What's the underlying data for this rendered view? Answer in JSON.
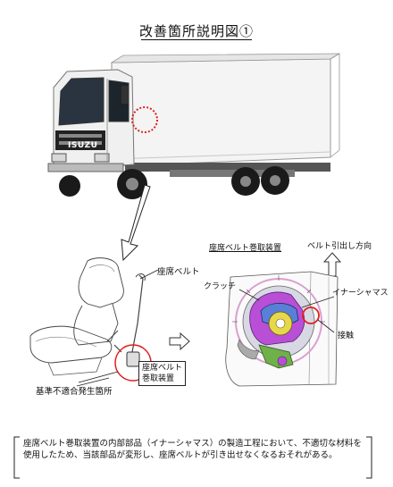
{
  "title": "改善箇所説明図①",
  "labels": {
    "seatbelt": "座席ベルト",
    "retractor_box_line1": "座席ベルト",
    "retractor_box_line2": "巻取装置",
    "defect_location": "基準不適合発生箇所",
    "retractor_detail_title": "座席ベルト巻取装置",
    "pull_direction": "ベルト引出し方向",
    "clutch": "クラッチ",
    "inertia_mass": "イナーシャマス",
    "contact": "接触"
  },
  "truck_badge": "ISUZU",
  "note": "座席ベルト巻取装置の内部部品（イナーシャマス）の製造工程において、不適切な材料を使用したため、当該部品が変形し、座席ベルトが引き出せなくなるおそれがある。",
  "colors": {
    "highlight_red": "#e02020",
    "clutch_purple": "#b84fd6",
    "inertia_blue": "#5a7fd6",
    "gear_yellow": "#e6d84a",
    "green_part": "#6fb04a",
    "pink_ring": "#d9a0d0"
  }
}
